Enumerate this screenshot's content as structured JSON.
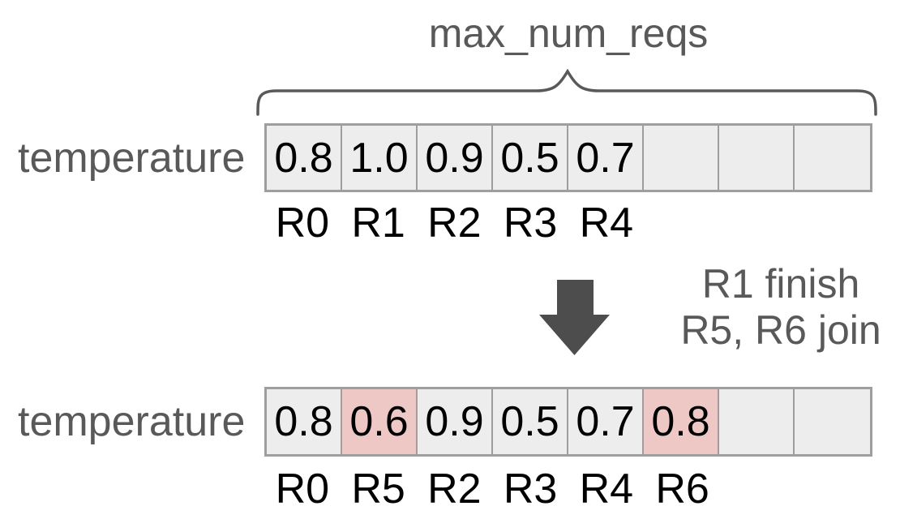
{
  "title": "max_num_reqs",
  "colors": {
    "gray_text": "#595959",
    "value_text": "#000000",
    "cell_bg": "#ededed",
    "cell_highlight": "#edc8c5",
    "cell_border": "#9e9e9e",
    "arrow": "#4d4d4d"
  },
  "row1": {
    "label": "temperature",
    "cells": [
      "0.8",
      "1.0",
      "0.9",
      "0.5",
      "0.7",
      "",
      "",
      ""
    ],
    "request_labels": [
      "R0",
      "R1",
      "R2",
      "R3",
      "R4",
      "",
      "",
      ""
    ],
    "highlighted": []
  },
  "transition": {
    "line1": "R1 finish",
    "line2": "R5, R6 join"
  },
  "row2": {
    "label": "temperature",
    "cells": [
      "0.8",
      "0.6",
      "0.9",
      "0.5",
      "0.7",
      "0.8",
      "",
      ""
    ],
    "request_labels": [
      "R0",
      "R5",
      "R2",
      "R3",
      "R4",
      "R6",
      "",
      ""
    ],
    "highlighted": [
      1,
      5
    ]
  }
}
